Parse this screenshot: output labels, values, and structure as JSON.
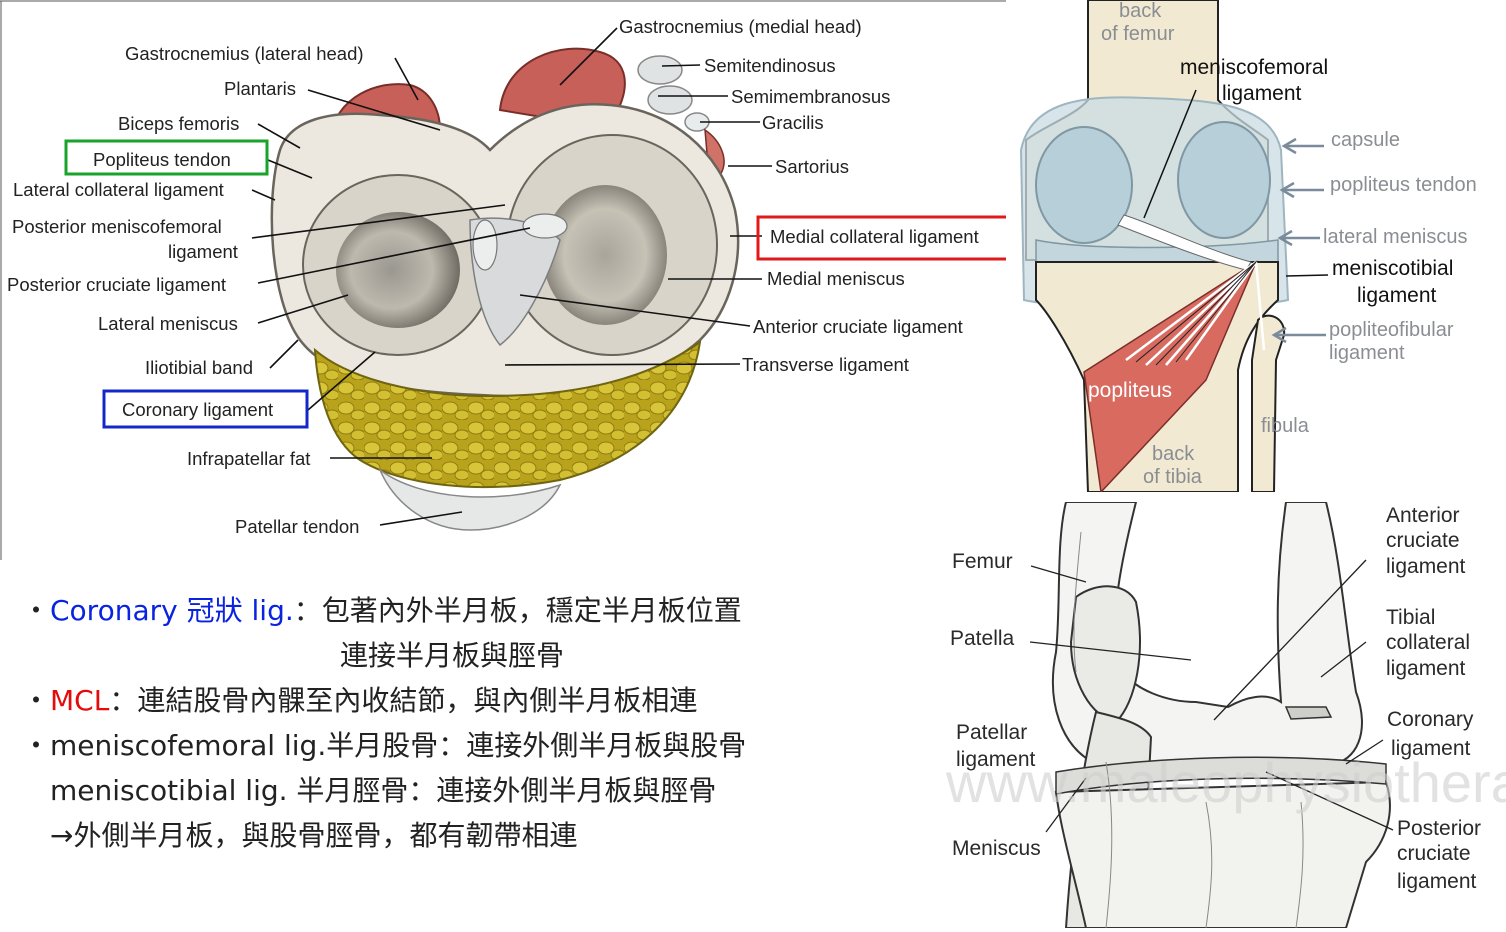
{
  "colors": {
    "green_box": "#1aa32a",
    "red_box": "#e01a1a",
    "blue_box": "#1428c8",
    "coronary_text": "#0a23e0",
    "mcl_text": "#e60a0a"
  },
  "figure1": {
    "labels": {
      "gastrocnemius_lateral": "Gastrocnemius (lateral head)",
      "gastrocnemius_medial": "Gastrocnemius (medial head)",
      "plantaris": "Plantaris",
      "biceps_femoris": "Biceps femoris",
      "popliteus_tendon": "Popliteus tendon",
      "lateral_collateral": "Lateral collateral ligament",
      "post_menisco_1": "Posterior meniscofemoral",
      "post_menisco_2": "ligament",
      "pcl": "Posterior cruciate ligament",
      "lateral_meniscus": "Lateral meniscus",
      "iliotibial": "Iliotibial band",
      "coronary": "Coronary ligament",
      "infrapatellar": "Infrapatellar fat",
      "patellar_tendon": "Patellar tendon",
      "semitendinosus": "Semitendinosus",
      "semimembranosus": "Semimembranosus",
      "gracilis": "Gracilis",
      "sartorius": "Sartorius",
      "mcl": "Medial collateral ligament",
      "medial_meniscus": "Medial meniscus",
      "acl": "Anterior cruciate ligament",
      "transverse": "Transverse ligament"
    }
  },
  "figure2": {
    "labels": {
      "back_femur_1": "back",
      "back_femur_2": "of femur",
      "menisco_fem_1": "meniscofemoral",
      "menisco_fem_2": "ligament",
      "capsule": "capsule",
      "popliteus_tendon": "popliteus tendon",
      "lateral_meniscus": "lateral meniscus",
      "menisco_tib_1": "meniscotibial",
      "menisco_tib_2": "ligament",
      "popliteofibular_1": "popliteofibular",
      "popliteofibular_2": "ligament",
      "popliteus": "popliteus",
      "fibula": "fibula",
      "back_tibia_1": "back",
      "back_tibia_2": "of tibia"
    }
  },
  "figure3": {
    "labels": {
      "femur": "Femur",
      "patella": "Patella",
      "patellar_lig_1": "Patellar",
      "patellar_lig_2": "ligament",
      "meniscus": "Meniscus",
      "acl_1": "Anterior",
      "acl_2": "cruciate",
      "acl_3": "ligament",
      "tcl_1": "Tibial",
      "tcl_2": "collateral",
      "tcl_3": "ligament",
      "coronary_1": "Coronary",
      "coronary_2": "ligament",
      "pcl_1": "Posterior",
      "pcl_2": "cruciate",
      "pcl_3": "ligament"
    },
    "watermark": "www.maleophysiotherapy"
  },
  "notes": {
    "bullet": "・",
    "line1_term": "Coronary ",
    "line1_term_cjk": "冠狀",
    "line1_term_tail": " lig.",
    "line1_rest": "：包著內外半月板，穩定半月板位置",
    "line2": "連接半月板與脛骨",
    "line3_term": "MCL",
    "line3_rest": "：連結股骨內髁至內收結節，與內側半月板相連",
    "line4": "meniscofemoral lig.半月股骨：連接外側半月板與股骨",
    "line5": "meniscotibial lig. 半月脛骨：連接外側半月板與脛骨",
    "line6": "→外側半月板，與股骨脛骨，都有韌帶相連"
  }
}
